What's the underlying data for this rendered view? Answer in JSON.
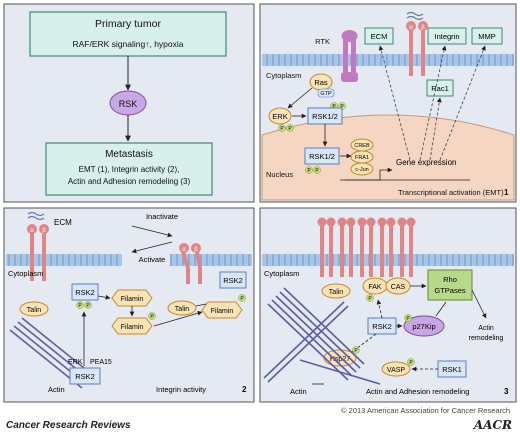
{
  "colors": {
    "panel_bg": "#e4e9f2",
    "panel_border": "#555555",
    "teal_box": "#d8f0ea",
    "teal_border": "#3a8a78",
    "blue_box": "#d9e6f7",
    "blue_border": "#5a7fbf",
    "orange_oval": "#fbe3b5",
    "orange_border": "#c08a2a",
    "purple": "#c9a6e4",
    "green": "#b7d98b",
    "membrane": "#a8c6e8",
    "receptor": "#e08585",
    "actin": "#5a5fa8"
  },
  "panel_top_left": {
    "primary_title": "Primary tumor",
    "primary_sub": "RAF/ERK signaling↑, hypoxia",
    "rsk": "RSK",
    "metastasis_title": "Metastasis",
    "metastasis_line1": "EMT (1), Integrin activity (2),",
    "metastasis_line2": "Actin and Adhesion remodeling (3)"
  },
  "panel_top_right": {
    "rtk": "RTK",
    "ecm": "ECM",
    "integrin": "Integrin",
    "mmp": "MMP",
    "rac1": "Rac1",
    "cytoplasm": "Cytoplasm",
    "ras": "Ras",
    "gtp": "GTP",
    "erk": "ERK",
    "rsk12_top": "RSK1/2",
    "rsk12_nuc": "RSK1/2",
    "creb": "CREB",
    "fra1": "FRA1",
    "cjun": "c-Jun",
    "gene_expression": "Gene expression",
    "nucleus": "Nucleus",
    "caption": "Transcriptional activation (EMT)",
    "number": "1"
  },
  "panel_bottom_left": {
    "ecm": "ECM",
    "inactivate": "Inactivate",
    "activate": "Activate",
    "cytoplasm": "Cytoplasm",
    "rsk2_left": "RSK2",
    "rsk2_right": "RSK2",
    "rsk2_bottom": "RSK2",
    "talin_left": "Talin",
    "talin_right": "Talin",
    "filamin1": "Filamin",
    "filamin2": "Filamin",
    "filamin3": "Filamin",
    "erk": "ERK",
    "pea15": "PEA15",
    "actin": "Actin",
    "caption": "Integrin activity",
    "number": "2"
  },
  "panel_bottom_right": {
    "cytoplasm": "Cytoplasm",
    "talin": "Talin",
    "fak": "FAK",
    "cas": "CAS",
    "rho": "Rho",
    "gtpases": "GTPases",
    "actin_remodeling_1": "Actin",
    "actin_remodeling_2": "remodeling",
    "rsk2": "RSK2",
    "p27kip": "p27Kip",
    "hsp27": "Hsp27",
    "vasp": "VASP",
    "rsk1": "RSK1",
    "actin": "Actin",
    "caption": "Actin and Adhesion remodeling",
    "number": "3"
  },
  "labels": {
    "alpha": "α",
    "beta": "β",
    "p": "P"
  },
  "footer": {
    "copyright": "© 2013 American Association for Cancer Research",
    "brand": "Cancer Research Reviews",
    "logo": "AACR"
  }
}
